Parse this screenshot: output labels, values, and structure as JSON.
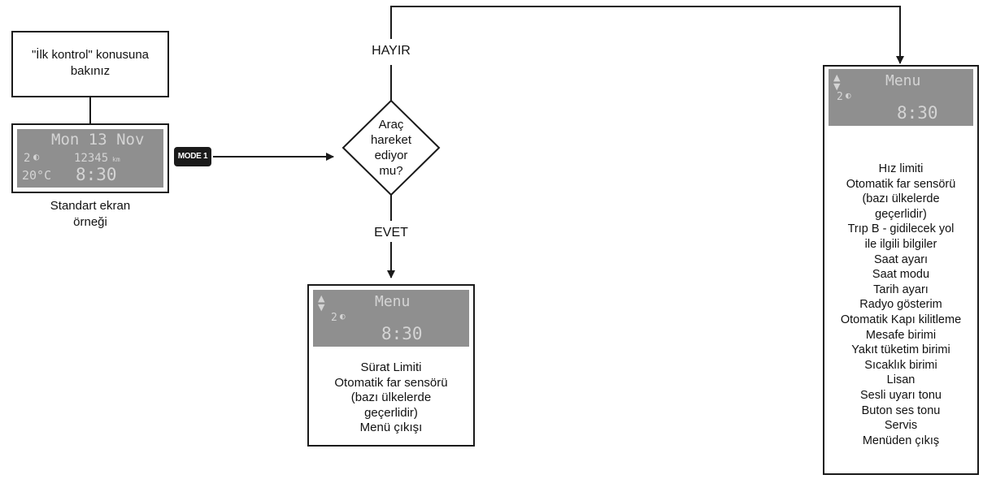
{
  "nodes": {
    "ilk_kontrol": "\"İlk kontrol\" konusuna bakınız",
    "question_lines": [
      "Araç",
      "hareket",
      "ediyor",
      "mu?"
    ],
    "standard_caption": "Standart ekran örneği",
    "no_label": "HAYIR",
    "yes_label": "EVET",
    "mode_button": "MODE 1"
  },
  "standard_display": {
    "date": "Mon 13 Nov",
    "trip": "2",
    "odometer": "12345",
    "odo_unit": "km",
    "temp": "20°C",
    "time": "8:30"
  },
  "menu_display": {
    "title": "Menu",
    "trip": "2",
    "time": "8:30",
    "arrow_icon": "up-down-arrow-icon",
    "headlight_icon": "headlight-icon"
  },
  "menu_moving": [
    "Sürat Limiti",
    "Otomatik far sensörü",
    "(bazı ülkelerde",
    "geçerlidir)",
    "Menü çıkışı"
  ],
  "menu_stationary": [
    "Hız limiti",
    "Otomatik far sensörü",
    "(bazı ülkelerde",
    "geçerlidir)",
    "Trıp B - gidilecek yol",
    "ile ilgili bilgiler",
    "Saat ayarı",
    "Saat modu",
    "Tarih ayarı",
    "Radyo gösterim",
    "Otomatik Kapı kilitleme",
    "Mesafe birimi",
    "Yakıt tüketim birimi",
    "Sıcaklık birimi",
    "Lisan",
    "Sesli uyarı tonu",
    "Buton ses tonu",
    "Servis",
    "Menüden çıkış"
  ],
  "colors": {
    "line": "#1a1a1a",
    "lcd_bg": "#8f8f8f",
    "lcd_text": "#d4d4d4"
  }
}
